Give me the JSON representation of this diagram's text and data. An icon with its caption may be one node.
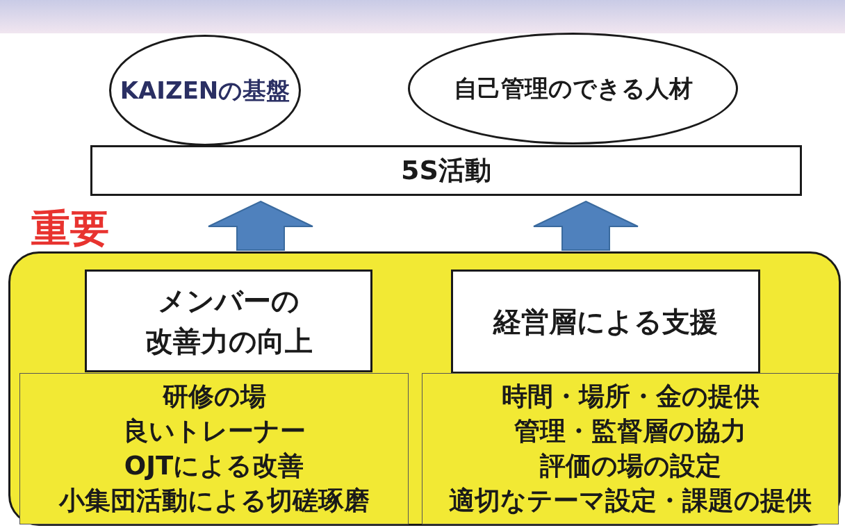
{
  "diagram": {
    "nodes": [
      {
        "text": [
          "KAIZENの基盤"
        ]
      },
      {
        "text": [
          "自己管理のできる人材"
        ]
      },
      {
        "text": [
          "5S活動"
        ]
      },
      {
        "text": [
          "重要"
        ]
      },
      {
        "text": [
          "メンバーの改善力の向上"
        ],
        "in": 3
      },
      {
        "text": [
          "経営層による支援"
        ],
        "in": 3
      },
      {
        "text": [
          "研修の場",
          "良いトレーナー",
          "OJTによる改善",
          "小集団活動による切磋琢磨"
        ],
        "in": 3
      },
      {
        "text": [
          "時間・場所・金の提供",
          "管理・監督層の協力",
          "評価の場の設定",
          "適切なテーマ設定・課題の提供"
        ],
        "in": 3
      }
    ],
    "edges": [
      {
        "from": 3,
        "to": 2,
        "arrow": "to",
        "style": "thick",
        "color": "#4f81bd"
      },
      {
        "from": 3,
        "to": 2,
        "arrow": "to",
        "style": "thick",
        "color": "#4f81bd"
      }
    ]
  }
}
